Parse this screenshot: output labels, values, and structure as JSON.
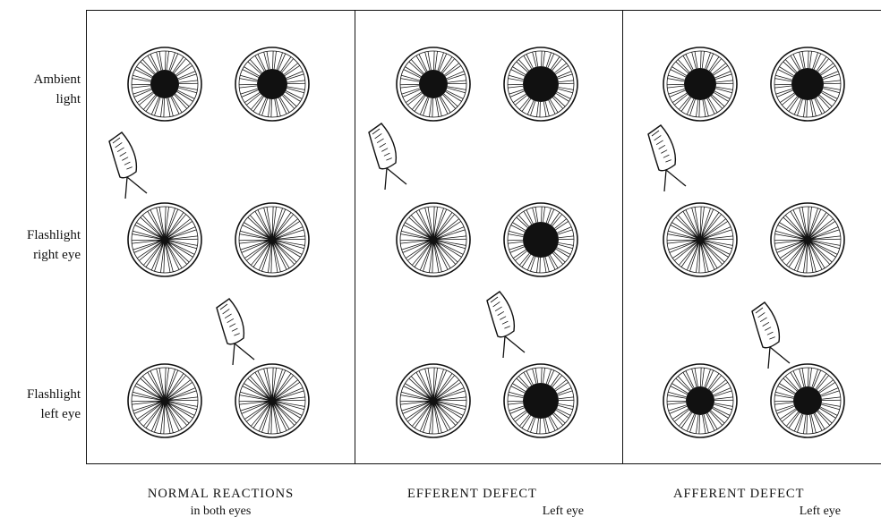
{
  "row_labels": [
    {
      "line1": "Ambient",
      "line2": "light"
    },
    {
      "line1": "Flashlight",
      "line2": "right eye"
    },
    {
      "line1": "Flashlight",
      "line2": "left eye"
    }
  ],
  "panels": [
    {
      "title": "NORMAL REACTIONS",
      "subtitle": "in both eyes",
      "pupils": [
        [
          16,
          17
        ],
        [
          6,
          6
        ],
        [
          6,
          6
        ]
      ]
    },
    {
      "title": "EFFERENT DEFECT",
      "subtitle": "Left eye",
      "pupils": [
        [
          16,
          20
        ],
        [
          6,
          20
        ],
        [
          6,
          20
        ]
      ]
    },
    {
      "title": "AFFERENT DEFECT",
      "subtitle": "Left eye",
      "pupils": [
        [
          18,
          18
        ],
        [
          6,
          6
        ],
        [
          16,
          16
        ]
      ]
    }
  ],
  "colors": {
    "ink": "#111111",
    "background": "#ffffff"
  },
  "icons": [
    "eye-iris-pupil",
    "flashlight-icon"
  ]
}
